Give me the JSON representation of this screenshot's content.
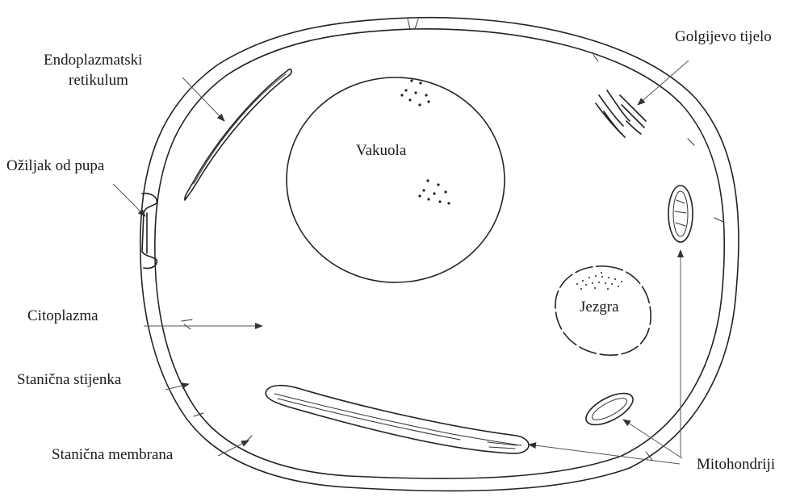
{
  "labels": {
    "endoplasmic_reticulum": [
      "Endoplazmatski",
      "retikulum"
    ],
    "bud_scar": "Ožiljak od pupa",
    "cytoplasm": "Citoplazma",
    "cell_wall": "Stanična stijenka",
    "cell_membrane": "Stanična membrana",
    "vacuole": "Vakuola",
    "golgi": "Golgijevo tijelo",
    "nucleus": "Jezgra",
    "mitochondria": "Mitohondriji"
  }
}
